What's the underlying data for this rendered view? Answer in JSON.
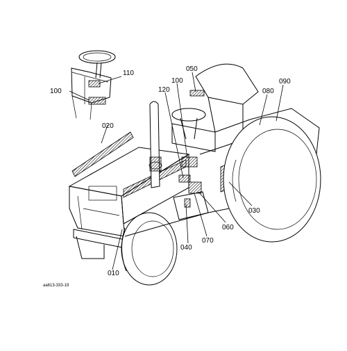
{
  "callouts": {
    "c010": "010",
    "c020": "020",
    "c030": "030",
    "c040": "040",
    "c050": "050",
    "c060": "060",
    "c070": "070",
    "c080": "080",
    "c090": "090",
    "c100a": "100",
    "c100b": "100",
    "c110": "110",
    "c120": "120"
  },
  "drawing_code": "aa613-333-19"
}
